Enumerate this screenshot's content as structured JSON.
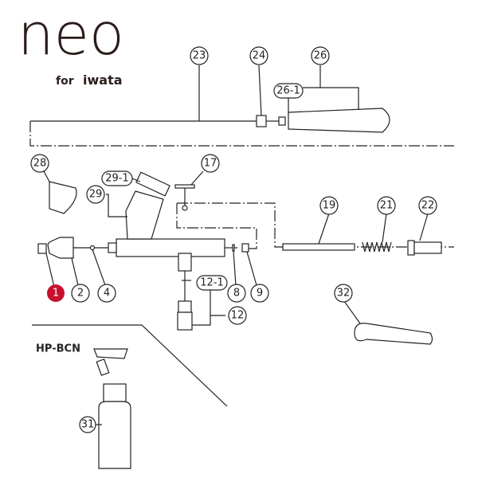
{
  "logo": {
    "brand": "neo",
    "sub_prefix": "for",
    "sub_brand": "iwata"
  },
  "bottle_kit_label": "HP-BCN",
  "parts": {
    "p1": "1",
    "p2": "2",
    "p4": "4",
    "p8": "8",
    "p9": "9",
    "p12": "12",
    "p12_1": "12-1",
    "p17": "17",
    "p19": "19",
    "p21": "21",
    "p22": "22",
    "p23": "23",
    "p24": "24",
    "p26": "26",
    "p26_1": "26-1",
    "p28": "28",
    "p29": "29",
    "p29_1": "29-1",
    "p31": "31",
    "p32": "32"
  },
  "colors": {
    "highlight": "#c8102e",
    "line": "#222222",
    "logo": "#2b1d1a"
  }
}
